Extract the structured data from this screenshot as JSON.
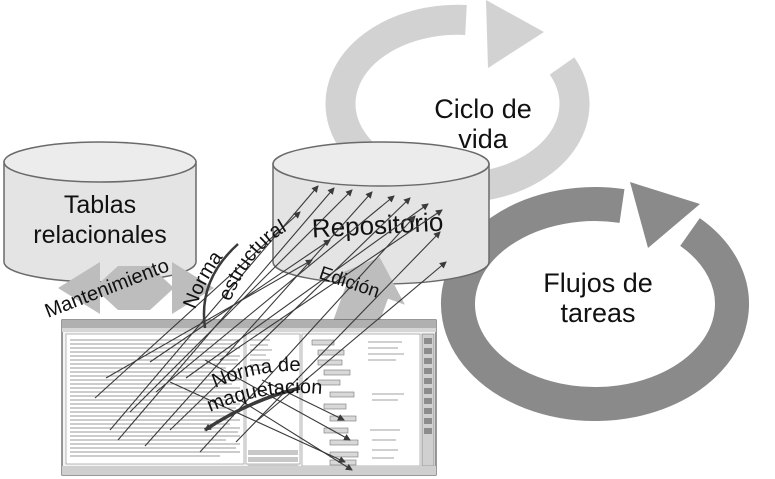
{
  "labels": {
    "ciclo_line1": "Ciclo de",
    "ciclo_line2": "vida",
    "tablas_line1": "Tablas",
    "tablas_line2": "relacionales",
    "repositorio": "Repositorio",
    "flujos_line1": "Flujos de",
    "flujos_line2": "tareas",
    "mantenimiento": "Mantenimiento",
    "edicion": "Edición",
    "norma_estructural_line1": "Norma",
    "norma_estructural_line2": "estructural",
    "norma_maquetacion_line1": "Norma de",
    "norma_maquetacion_line2": "maquetación"
  },
  "colors": {
    "cylinder_fill": "#e4e4e4",
    "cylinder_stroke": "#6a6a6a",
    "cycle_light": "#d2d2d2",
    "cycle_dark": "#8a8a8a",
    "arrow_gray": "#b8b8b8",
    "line_dark": "#3a3a3a"
  },
  "icons": {
    "cycle": "circular-arrow-icon",
    "cylinder": "database-cylinder-icon"
  }
}
